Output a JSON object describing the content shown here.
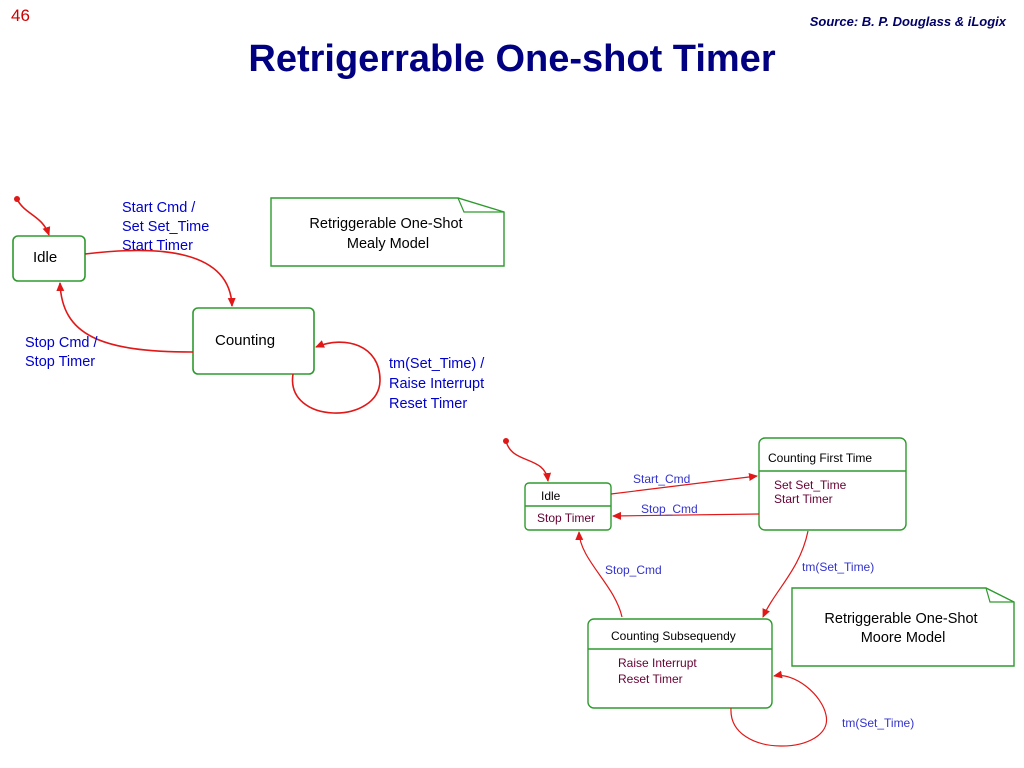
{
  "slide": {
    "number": "46",
    "source": "Source: B. P. Douglass & iLogix",
    "title": "Retrigerrable One-shot Timer"
  },
  "colors": {
    "state_border": "#2e9a2e",
    "arrow": "#e01818",
    "title": "#000080",
    "mealy_label": "#0000cc",
    "moore_label": "#3333cc",
    "action_text": "#660033"
  },
  "mealy": {
    "note": [
      "Retriggerable One-Shot",
      "Mealy Model"
    ],
    "states": {
      "idle": "Idle",
      "counting": "Counting"
    },
    "transitions": {
      "start": [
        "Start Cmd /",
        "Set Set_Time",
        "Start Timer"
      ],
      "stop": [
        "Stop Cmd /",
        "Stop Timer"
      ],
      "timeout": [
        "tm(Set_Time) /",
        "Raise Interrupt",
        "Reset Timer"
      ]
    }
  },
  "moore": {
    "note": [
      "Retriggerable One-Shot",
      "Moore Model"
    ],
    "states": {
      "idle": {
        "name": "Idle",
        "actions": [
          "Stop Timer"
        ]
      },
      "first": {
        "name": "Counting First Time",
        "actions": [
          "Set Set_Time",
          "Start Timer"
        ]
      },
      "subsequent": {
        "name": "Counting Subsequendy",
        "actions": [
          "Raise Interrupt",
          "Reset Timer"
        ]
      }
    },
    "transitions": {
      "start": "Start_Cmd",
      "stop_top": "Stop_Cmd",
      "stop_left": "Stop_Cmd",
      "tm_right": "tm(Set_Time)",
      "tm_self": "tm(Set_Time)"
    }
  }
}
